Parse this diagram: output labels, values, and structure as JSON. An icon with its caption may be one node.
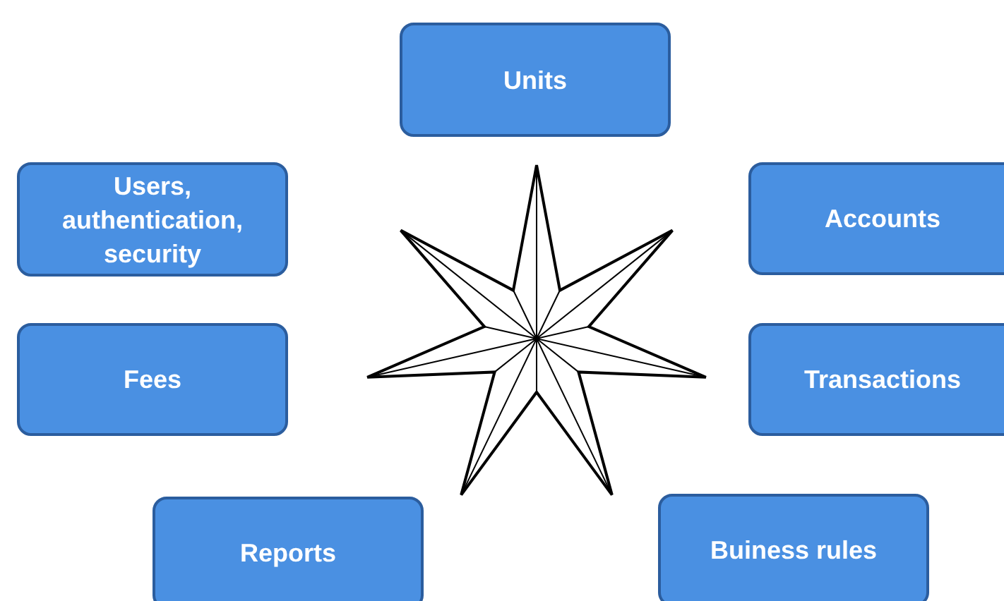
{
  "diagram": {
    "nodes": [
      {
        "text": [
          "Units"
        ]
      },
      {
        "text": [
          "Users, authentication, security"
        ]
      },
      {
        "text": [
          "Accounts"
        ]
      },
      {
        "text": [
          "Fees"
        ]
      },
      {
        "text": [
          "Transactions"
        ]
      },
      {
        "text": [
          "Reports"
        ]
      },
      {
        "text": [
          "Buiness rules"
        ]
      }
    ],
    "edges": []
  }
}
